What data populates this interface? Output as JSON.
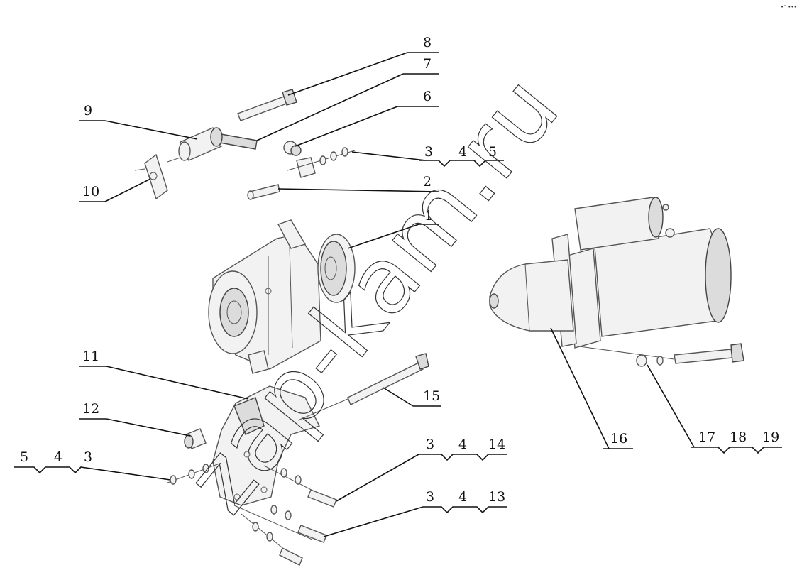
{
  "watermark": "zap-kam.ru",
  "corner_mark": "•'' •••",
  "callouts": {
    "c1": "1",
    "c2": "2",
    "c6": "6",
    "c7": "7",
    "c8": "8",
    "c9": "9",
    "c10": "10",
    "c11": "11",
    "c12": "12",
    "c15": "15",
    "c16": "16"
  },
  "groups": {
    "g345_top": [
      "3",
      "4",
      "5"
    ],
    "g543_left": [
      "5",
      "4",
      "3"
    ],
    "g3414": [
      "3",
      "4",
      "14"
    ],
    "g3413": [
      "3",
      "4",
      "13"
    ],
    "g171819": [
      "17",
      "18",
      "19"
    ]
  },
  "parts": {
    "alternator": "alternator-assembly",
    "starter": "starter-motor",
    "bracket": "mounting-bracket",
    "tension_bar": "tension-bar-assembly"
  }
}
